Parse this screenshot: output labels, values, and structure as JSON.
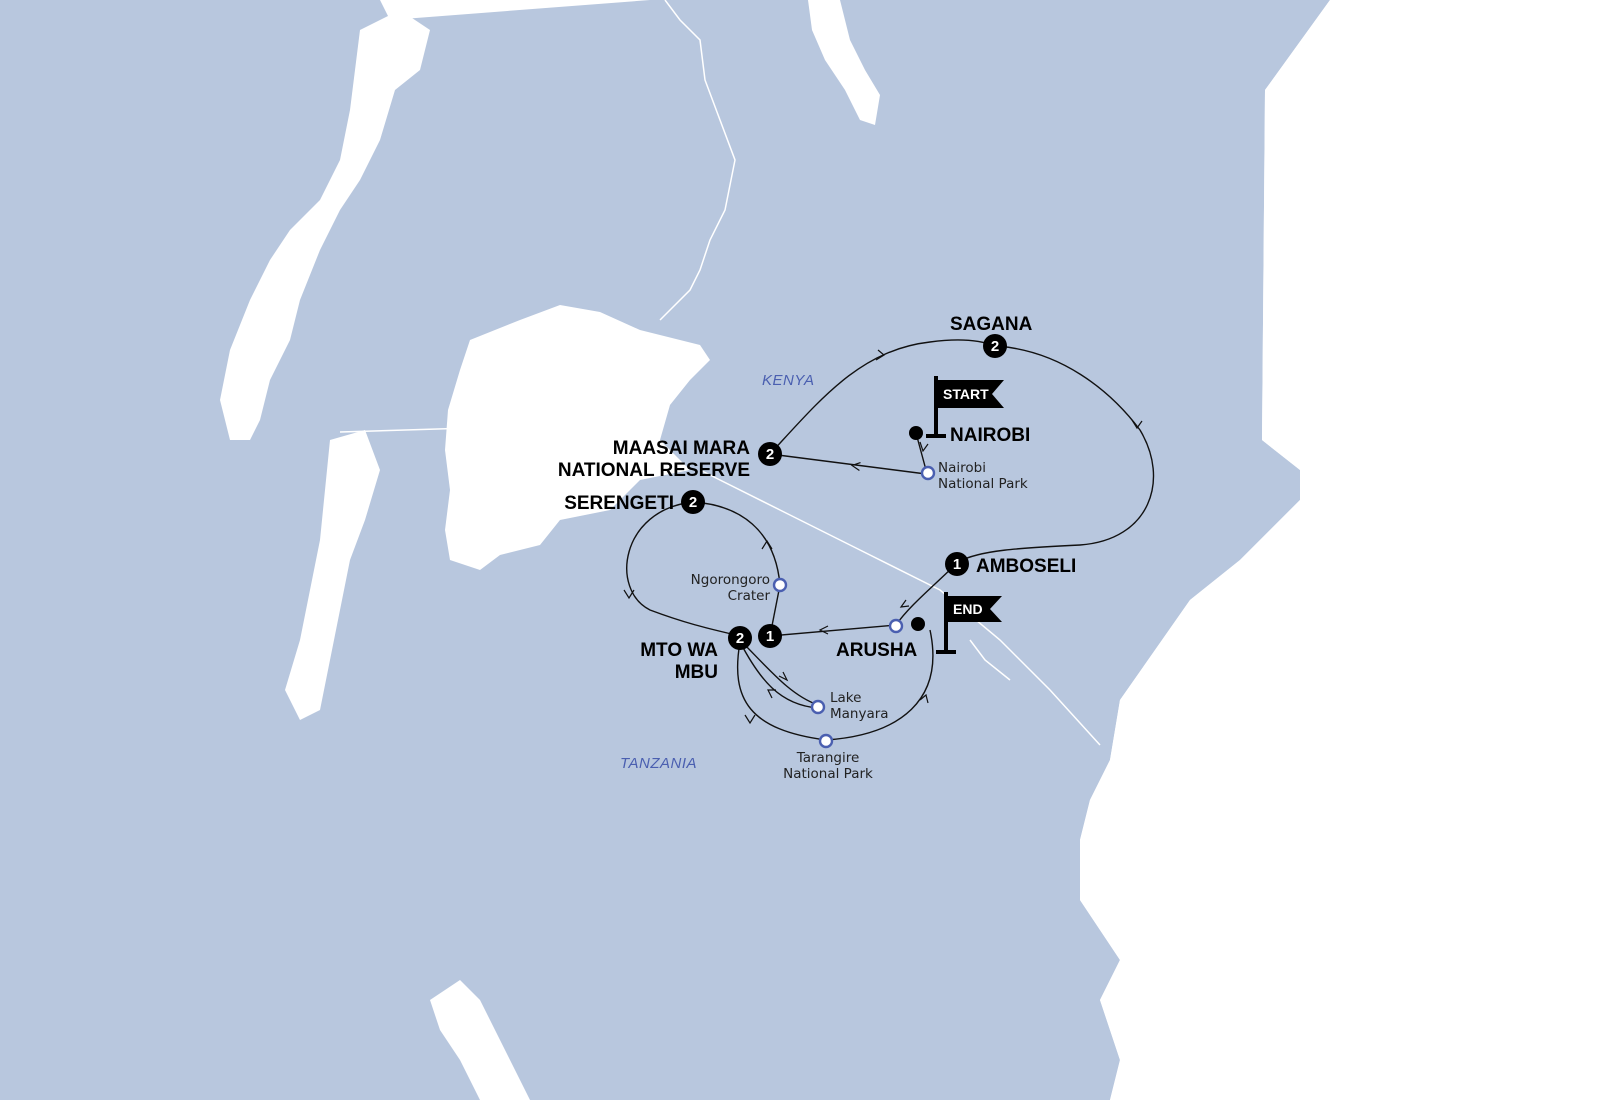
{
  "colors": {
    "land": "#b8c7de",
    "water": "#ffffff",
    "route": "#111111",
    "poi_stroke": "#4a5fb0",
    "country_label": "#4a5fb0"
  },
  "countries": {
    "kenya": "KENYA",
    "tanzania": "TANZANIA"
  },
  "flags": {
    "start": "START",
    "end": "END"
  },
  "stops": {
    "nairobi": {
      "name": "NAIROBI"
    },
    "sagana": {
      "name": "SAGANA",
      "nights": "2"
    },
    "maasai_mara": {
      "name_line1": "MAASAI MARA",
      "name_line2": "NATIONAL RESERVE",
      "nights": "2"
    },
    "serengeti": {
      "name": "SERENGETI",
      "nights": "2"
    },
    "amboseli": {
      "name": "AMBOSELI",
      "nights": "1"
    },
    "arusha": {
      "name": "ARUSHA"
    },
    "mto_wa_mbu": {
      "name_line1": "MTO WA",
      "name_line2": "MBU",
      "nights_a": "2",
      "nights_b": "1"
    }
  },
  "pois": {
    "nairobi_np": {
      "line1": "Nairobi",
      "line2": "National Park"
    },
    "ngorongoro": {
      "line1": "Ngorongoro",
      "line2": "Crater"
    },
    "lake_manyara": {
      "line1": "Lake",
      "line2": "Manyara"
    },
    "tarangire": {
      "line1": "Tarangire",
      "line2": "National Park"
    }
  }
}
